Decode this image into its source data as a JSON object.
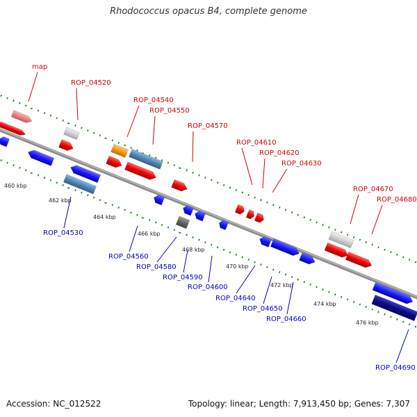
{
  "title": "Rhodococcus opacus B4, complete genome",
  "accession": "Accession: NC_012522",
  "summary": "Topology: linear; Length: 7,913,450 bp; Genes: 7,307",
  "colors": {
    "red": "#ee0000",
    "blue": "#1a1aff",
    "steel": "#4f86b8",
    "grey": "#cfcfcf",
    "darkgrey": "#666666",
    "orange": "#f39c12",
    "pink": "#ee8080",
    "navy": "#0b0b8a",
    "label_red": "#d40000",
    "label_blue": "#0000c8",
    "tick_green": "#1a8a1a",
    "axis": "#8c8c8c"
  },
  "scale_labels": [
    "460 kbp",
    "462 kbp",
    "464 kbp",
    "466 kbp",
    "468 kbp",
    "470 kbp",
    "472 kbp",
    "474 kbp",
    "476 kbp"
  ],
  "top_labels": [
    "map",
    "ROP_04520",
    "ROP_04540",
    "ROP_04550",
    "ROP_04570",
    "ROP_04610",
    "ROP_04620",
    "ROP_04630",
    "ROP_04670",
    "ROP_04680"
  ],
  "bottom_labels": [
    "ROP_04530",
    "ROP_04560",
    "ROP_04580",
    "ROP_04590",
    "ROP_04600",
    "ROP_04640",
    "ROP_04650",
    "ROP_04660",
    "ROP_04690"
  ],
  "features": [
    {
      "name": "map",
      "color": "pink",
      "strand": "+"
    },
    {
      "name": "ROP_04520",
      "color": "grey",
      "strand": "none"
    },
    {
      "name": "ROP_04540",
      "color": "orange",
      "strand": "none"
    },
    {
      "name": "ROP_04550",
      "color": "steel",
      "strand": "none"
    },
    {
      "name": "ROP_04530",
      "color": "steel",
      "strand": "none"
    },
    {
      "name": "ROP_04670",
      "color": "grey",
      "strand": "none"
    },
    {
      "name": "ROP_04580",
      "color": "darkgrey",
      "strand": "none"
    },
    {
      "name": "ROP_04690",
      "color": "navy",
      "strand": "-"
    }
  ]
}
